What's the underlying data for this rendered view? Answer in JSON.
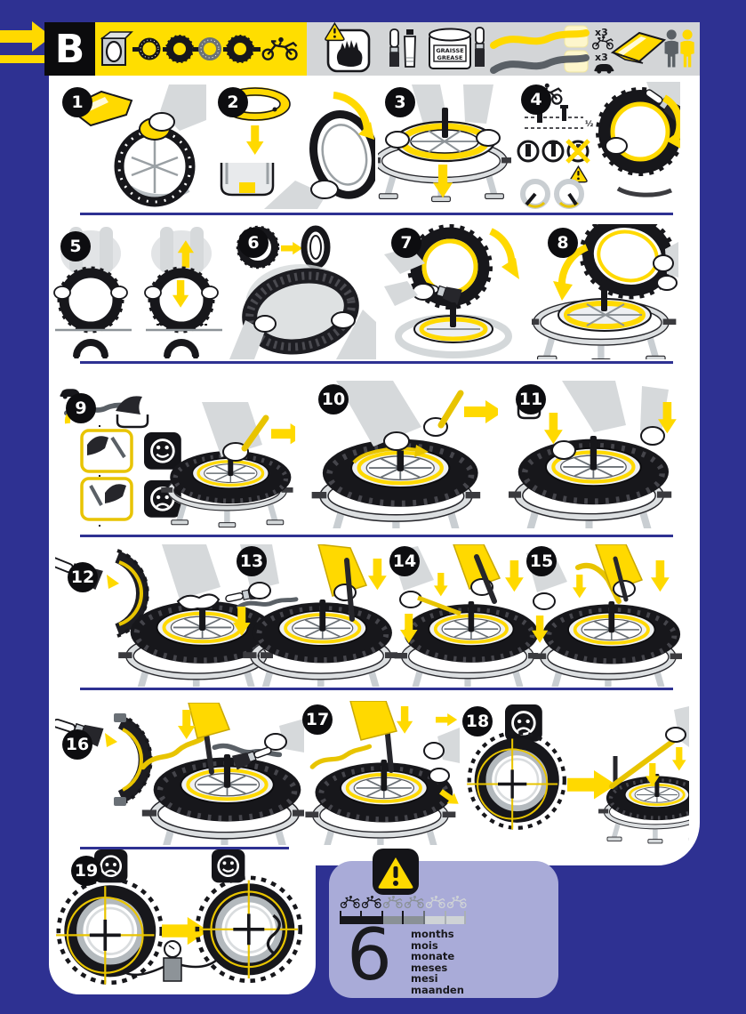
{
  "page": {
    "background": "#2E3192",
    "card": "#FFFFFF",
    "accent_yellow": "#FFDE00",
    "panel_lavender": "#A9ABD8"
  },
  "header": {
    "section_label": "B",
    "sequence_icons": [
      "carton-box",
      "rim-ring",
      "tire",
      "rim-band",
      "tire",
      "motorcycle"
    ],
    "tools": {
      "gloves_icon": "protective-gloves",
      "brush_tube_icon": "brush-and-tube",
      "grease_line1": "GRAISSE",
      "grease_line2": "GREASE",
      "lever_moto_qty": "x3",
      "lever_car_qty": "x3",
      "cloth_icon": "yellow-cloth",
      "people_icon": "two-people"
    }
  },
  "steps": [
    {
      "n": "1"
    },
    {
      "n": "2"
    },
    {
      "n": "3"
    },
    {
      "n": "4",
      "valve_depth_label": "½"
    },
    {
      "n": "5"
    },
    {
      "n": "6"
    },
    {
      "n": "7"
    },
    {
      "n": "8"
    },
    {
      "n": "9"
    },
    {
      "n": "10"
    },
    {
      "n": "11"
    },
    {
      "n": "12"
    },
    {
      "n": "13"
    },
    {
      "n": "14"
    },
    {
      "n": "15"
    },
    {
      "n": "16"
    },
    {
      "n": "17"
    },
    {
      "n": "18"
    },
    {
      "n": "19"
    }
  ],
  "warning": {
    "number": "6",
    "units": [
      "months",
      "mois",
      "monate",
      "meses",
      "mesi",
      "maanden"
    ]
  }
}
